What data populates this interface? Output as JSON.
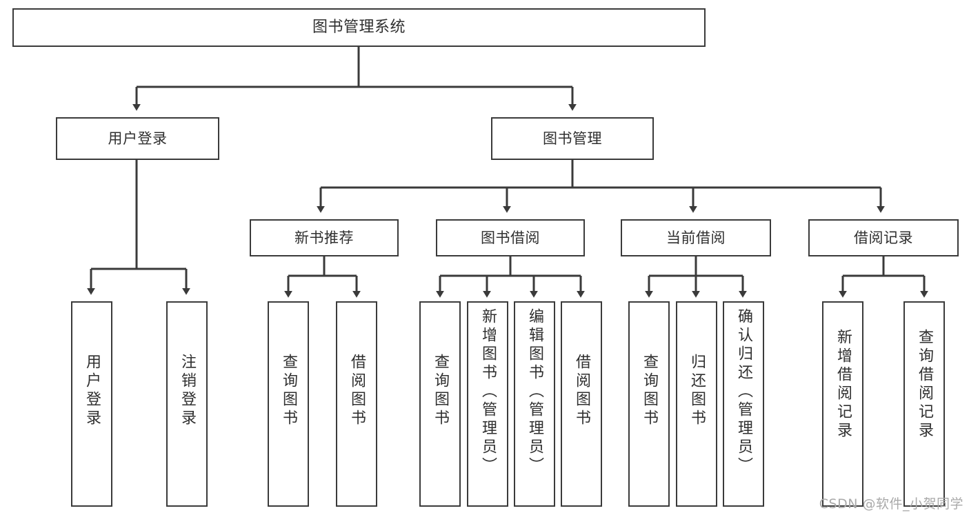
{
  "diagram": {
    "type": "tree-hierarchy",
    "title": "图书管理系统",
    "watermark": "CSDN @软件_小贺同学",
    "colors": {
      "background": "#ffffff",
      "node_border": "#3a3a3a",
      "node_fill": "#ffffff",
      "text": "#2f2f2f",
      "connector": "#3a3a3a",
      "watermark_text": "#a9a9a9"
    },
    "nodes": {
      "root": {
        "label": "图书管理系统",
        "level": 1,
        "orientation": "horizontal"
      },
      "level2": [
        {
          "id": "user-login",
          "label": "用户登录",
          "orientation": "horizontal"
        },
        {
          "id": "book-management",
          "label": "图书管理",
          "orientation": "horizontal"
        }
      ],
      "level3": [
        {
          "id": "new-book-recommend",
          "label": "新书推荐",
          "orientation": "horizontal",
          "parent": "book-management"
        },
        {
          "id": "book-borrow",
          "label": "图书借阅",
          "orientation": "horizontal",
          "parent": "book-management"
        },
        {
          "id": "current-borrow",
          "label": "当前借阅",
          "orientation": "horizontal",
          "parent": "book-management"
        },
        {
          "id": "borrow-record",
          "label": "借阅记录",
          "orientation": "horizontal",
          "parent": "book-management"
        }
      ],
      "leaves": [
        {
          "id": "leaf-user-login",
          "label": "用户登录",
          "orientation": "vertical",
          "parent": "user-login"
        },
        {
          "id": "leaf-user-logout",
          "label": "注销登录",
          "orientation": "vertical",
          "parent": "user-login"
        },
        {
          "id": "leaf-query-book-1",
          "label": "查询图书",
          "orientation": "vertical",
          "parent": "new-book-recommend"
        },
        {
          "id": "leaf-borrow-book-1",
          "label": "借阅图书",
          "orientation": "vertical",
          "parent": "new-book-recommend"
        },
        {
          "id": "leaf-query-book-2",
          "label": "查询图书",
          "orientation": "vertical",
          "parent": "book-borrow"
        },
        {
          "id": "leaf-add-book",
          "label": "新增图书（管理员）",
          "orientation": "vertical",
          "parent": "book-borrow"
        },
        {
          "id": "leaf-edit-book",
          "label": "编辑图书（管理员）",
          "orientation": "vertical",
          "parent": "book-borrow"
        },
        {
          "id": "leaf-borrow-book-2",
          "label": "借阅图书",
          "orientation": "vertical",
          "parent": "book-borrow"
        },
        {
          "id": "leaf-query-book-3",
          "label": "查询图书",
          "orientation": "vertical",
          "parent": "current-borrow"
        },
        {
          "id": "leaf-return-book",
          "label": "归还图书",
          "orientation": "vertical",
          "parent": "current-borrow"
        },
        {
          "id": "leaf-confirm-return",
          "label": "确认归还（管理员）",
          "orientation": "vertical",
          "parent": "current-borrow"
        },
        {
          "id": "leaf-add-record",
          "label": "新增借阅记录",
          "orientation": "vertical",
          "parent": "borrow-record"
        },
        {
          "id": "leaf-query-record",
          "label": "查询借阅记录",
          "orientation": "vertical",
          "parent": "borrow-record"
        }
      ]
    }
  }
}
